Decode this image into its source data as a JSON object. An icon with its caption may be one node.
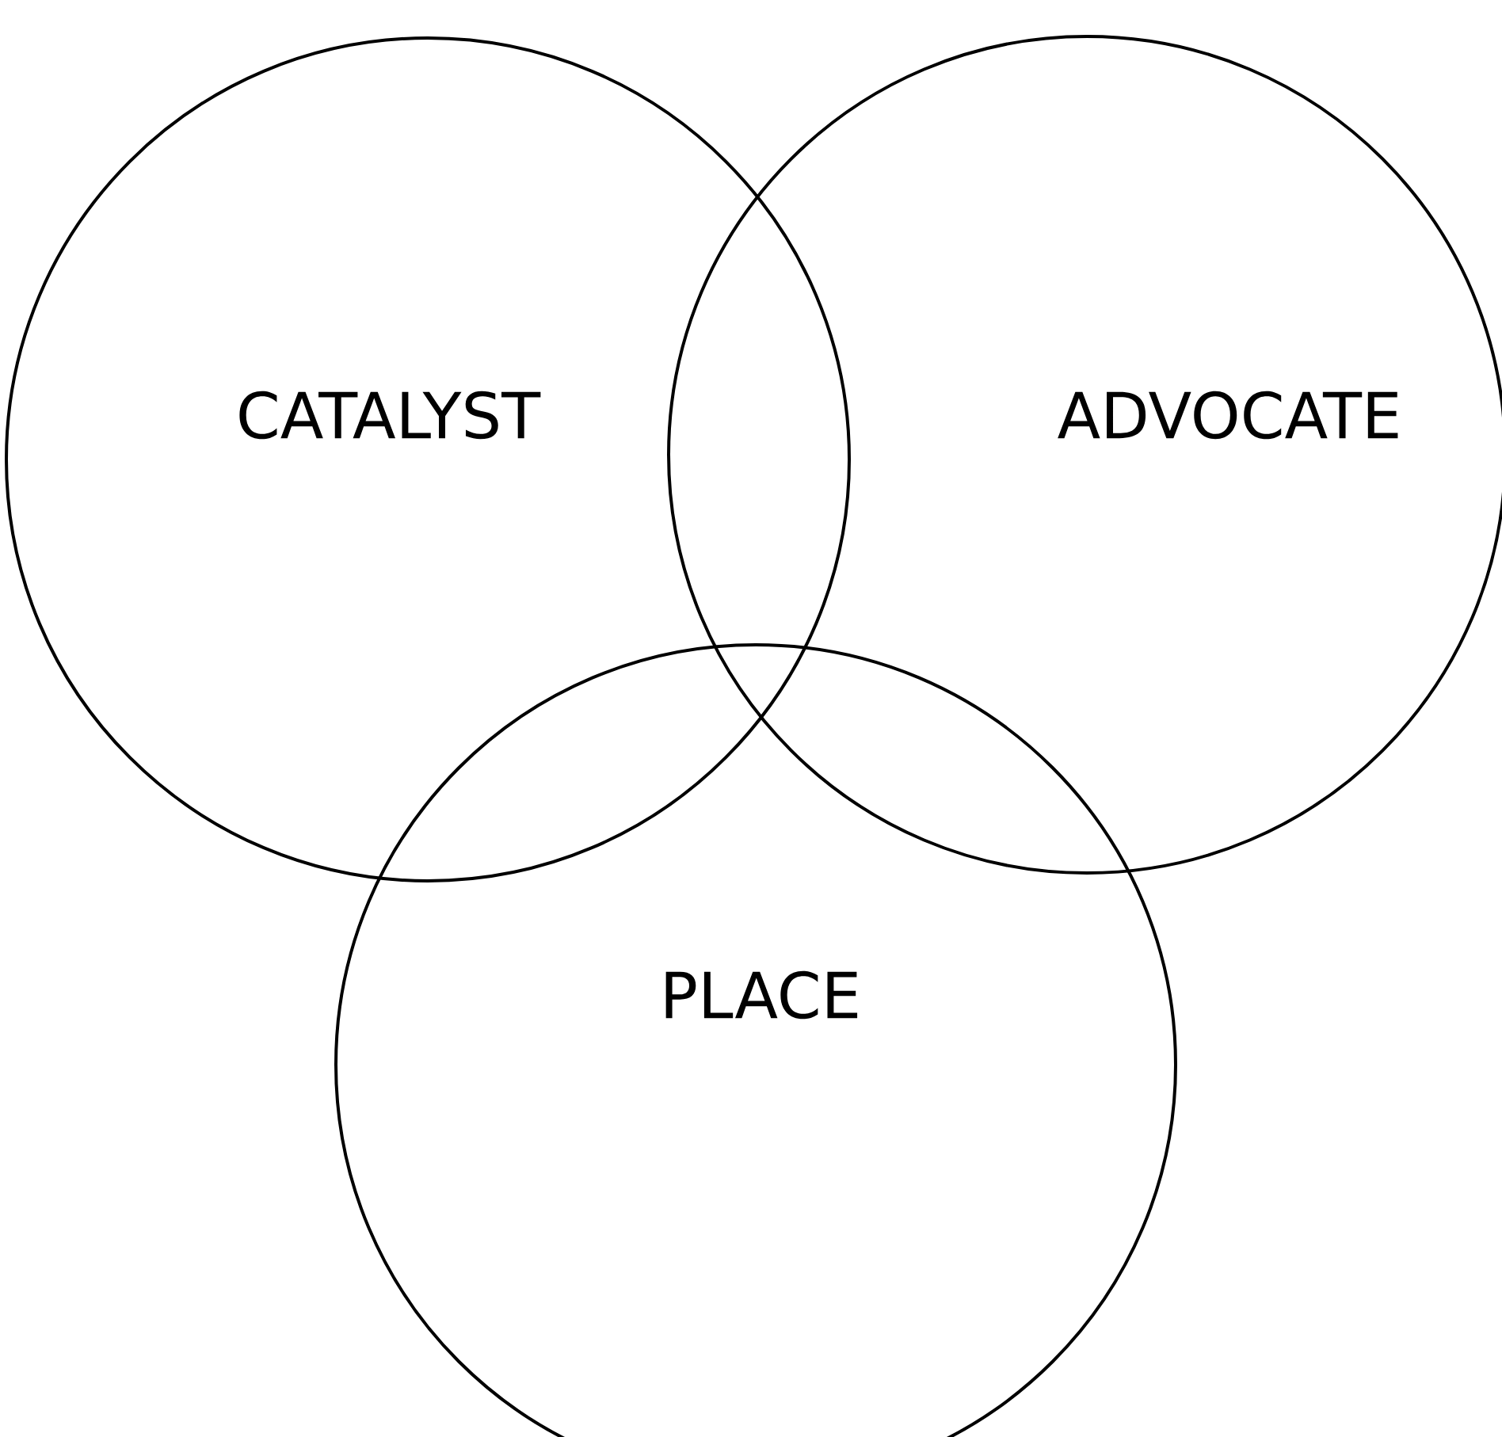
{
  "diagram": {
    "nodes": [
      {
        "text": [
          "CATALYST"
        ]
      },
      {
        "text": [
          "ADVOCATE"
        ]
      },
      {
        "text": [
          "PLACE"
        ]
      }
    ]
  }
}
